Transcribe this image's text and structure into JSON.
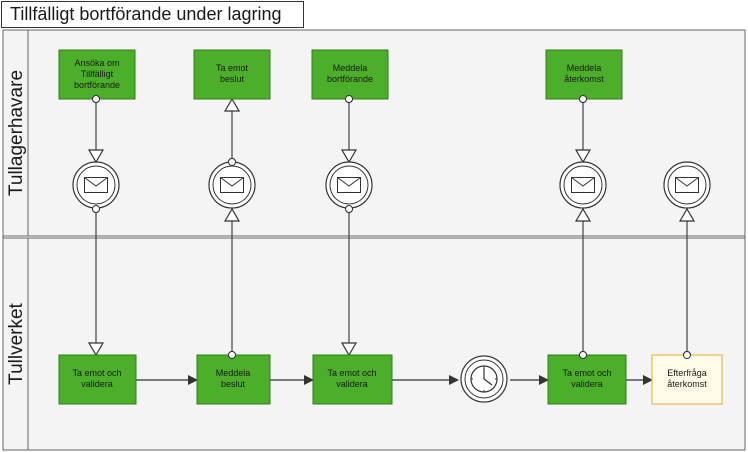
{
  "title": "Tillfälligt bortförande under lagring",
  "colors": {
    "task_fill": "#4caf2a",
    "task_stroke": "#2e7d1a",
    "end_fill": "#fffde9",
    "end_stroke": "#e8b84a",
    "lane_fill": "#f4f4f4",
    "line": "#333333"
  },
  "lanes": [
    {
      "id": "tullagerhavare",
      "label": "Tullagerhavare"
    },
    {
      "id": "tullverket",
      "label": "Tullverket"
    }
  ],
  "tasks": {
    "ansoka": [
      "Ansöka om",
      "Tillfälligt",
      "bortförande"
    ],
    "ta_emot_beslut": [
      "Ta emot",
      "beslut"
    ],
    "meddela_bortforande": [
      "Meddela",
      "bortförande"
    ],
    "meddela_aterkomst": [
      "Meddela",
      "återkomst"
    ],
    "ta_emot_validera_1": [
      "Ta emot och",
      "validera"
    ],
    "meddela_beslut": [
      "Meddela",
      "beslut"
    ],
    "ta_emot_validera_2": [
      "Ta emot och",
      "validera"
    ],
    "ta_emot_validera_3": [
      "Ta emot och",
      "validera"
    ],
    "efterfraga_aterkomst": [
      "Efterfråga",
      "återkomst"
    ]
  },
  "icons": {
    "message": "envelope-icon",
    "timer": "clock-icon"
  }
}
